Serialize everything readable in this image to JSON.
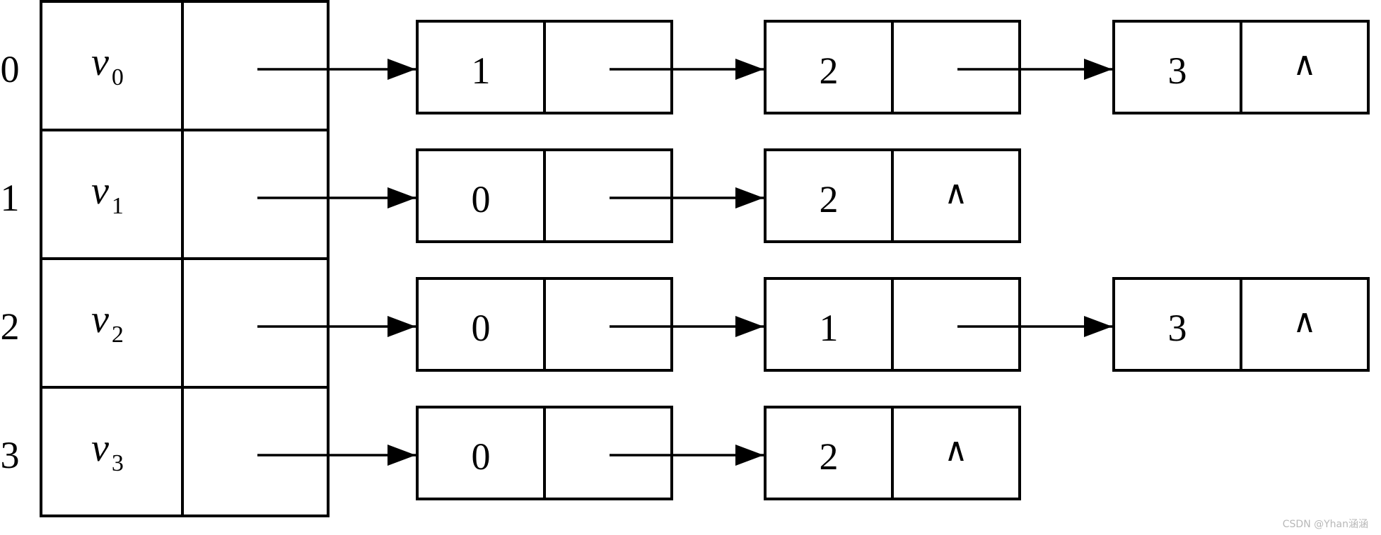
{
  "adjacency_list": {
    "rows": [
      {
        "index": "0",
        "vertex": "v",
        "vertex_subscript": "0",
        "edges": [
          "1",
          "2",
          "3"
        ]
      },
      {
        "index": "1",
        "vertex": "v",
        "vertex_subscript": "1",
        "edges": [
          "0",
          "2"
        ]
      },
      {
        "index": "2",
        "vertex": "v",
        "vertex_subscript": "2",
        "edges": [
          "0",
          "1",
          "3"
        ]
      },
      {
        "index": "3",
        "vertex": "v",
        "vertex_subscript": "3",
        "edges": [
          "0",
          "2"
        ]
      }
    ],
    "null_symbol": "∧"
  },
  "watermark": "CSDN @Yhan涵涵"
}
